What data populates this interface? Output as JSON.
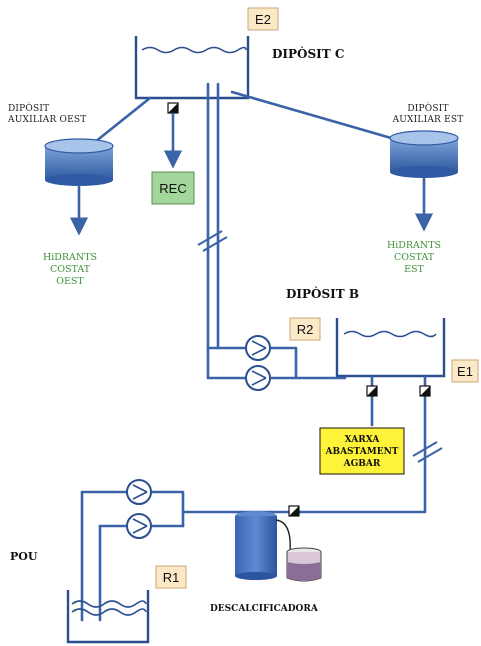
{
  "tanks": {
    "c": {
      "label": "DIPÒSIT C"
    },
    "b": {
      "label": "DIPÒSIT B"
    },
    "aux_oest": {
      "label_line1": "DIPÒSIT",
      "label_line2": "AUXILIAR OEST"
    },
    "aux_est": {
      "label_line1": "DIPÒSIT",
      "label_line2": "AUXILIAR EST"
    },
    "pou": {
      "label": "POU"
    }
  },
  "tags": {
    "e2": "E2",
    "e1": "E1",
    "r2": "R2",
    "r1": "R1",
    "rec": "REC"
  },
  "hydrants": {
    "oest": [
      "HiDRANTS",
      "COSTAT",
      "OEST"
    ],
    "est": [
      "HiDRANTS",
      "COSTAT",
      "EST"
    ]
  },
  "supply": [
    "XARXA",
    "ABASTAMENT",
    "AGBAR"
  ],
  "softener": {
    "label": "DESCALCIFICADORA"
  },
  "colors": {
    "pipe": "#3b63a8",
    "tag_fill": "#fbe8c6",
    "rec_fill": "#a3d69a",
    "supply_fill": "#fff33a",
    "hydrant_text": "#3f8f3a"
  }
}
